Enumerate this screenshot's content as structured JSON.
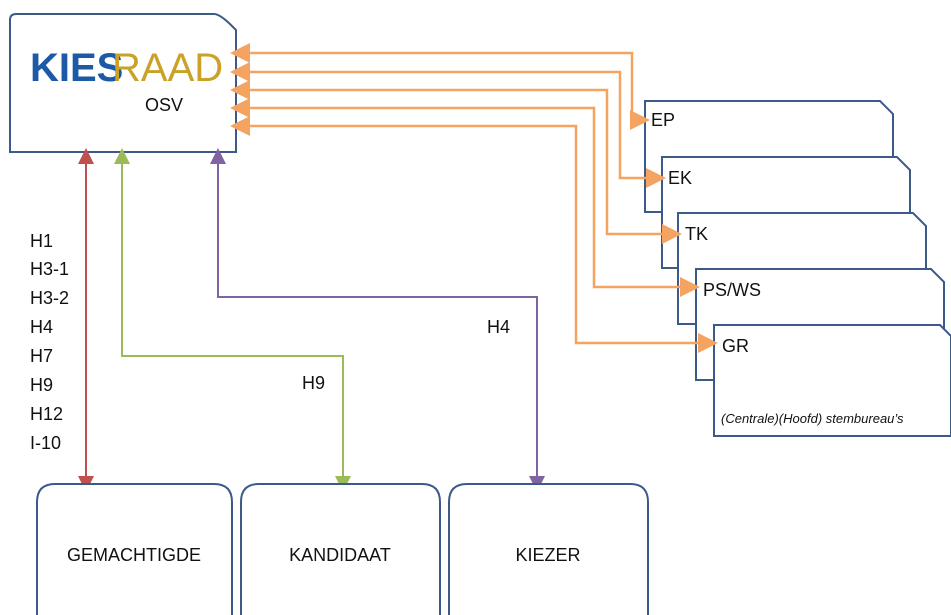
{
  "logo": {
    "part1": "KIES",
    "part2": "RAAD",
    "sub": "OSV"
  },
  "hlist": [
    "H1",
    "H3-1",
    "H3-2",
    "H4",
    "H7",
    "H9",
    "H12",
    "I-10"
  ],
  "edge_labels": {
    "kandidaat": "H9",
    "kiezer": "H4"
  },
  "bureaus": [
    "EP",
    "EK",
    "TK",
    "PS/WS",
    "GR"
  ],
  "bureau_caption": "(Centrale)(Hoofd) stembureau’s",
  "parties": [
    "GEMACHTIGDE",
    "KANDIDAAT",
    "KIEZER"
  ],
  "colors": {
    "box": "#3b5a8a",
    "red": "#c0504d",
    "green": "#9bbb59",
    "purple": "#8064a2",
    "orange": "#f4a460"
  }
}
